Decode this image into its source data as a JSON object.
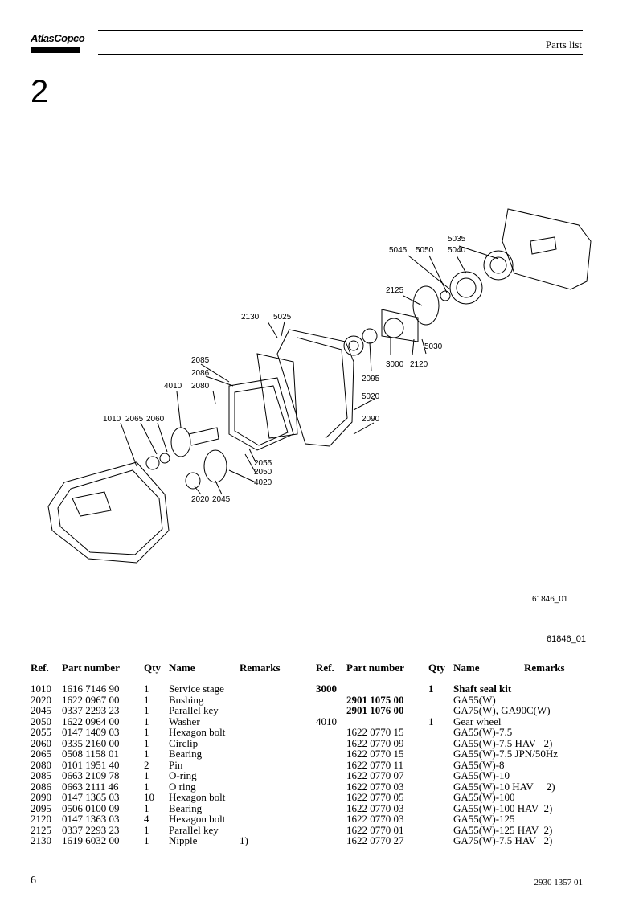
{
  "header": {
    "brand": "AtlasCopco",
    "title": "Parts list",
    "section": "2"
  },
  "figure": {
    "caption_inner": "61846_01",
    "caption_outer": "61846_01",
    "callouts": [
      "5035",
      "5045",
      "5050",
      "5040",
      "2125",
      "2130",
      "5025",
      "5030",
      "3000",
      "2120",
      "2095",
      "2085",
      "2086",
      "4010",
      "2080",
      "5020",
      "2090",
      "1010",
      "2065",
      "2060",
      "2055",
      "2050",
      "4020",
      "2020",
      "2045"
    ]
  },
  "table": {
    "headers": {
      "ref": "Ref.",
      "part": "Part number",
      "qty": "Qty",
      "name": "Name",
      "remarks": "Remarks"
    },
    "left": [
      {
        "ref": "1010",
        "part": "1616 7146 90",
        "qty": "1",
        "name": "Service stage",
        "remarks": ""
      },
      {
        "ref": "2020",
        "part": "1622 0967 00",
        "qty": "1",
        "name": "Bushing",
        "remarks": ""
      },
      {
        "ref": "2045",
        "part": "0337 2293 23",
        "qty": "1",
        "name": "Parallel key",
        "remarks": ""
      },
      {
        "ref": "2050",
        "part": "1622 0964 00",
        "qty": "1",
        "name": "Washer",
        "remarks": ""
      },
      {
        "ref": "2055",
        "part": "0147 1409 03",
        "qty": "1",
        "name": "Hexagon bolt",
        "remarks": ""
      },
      {
        "ref": "2060",
        "part": "0335 2160 00",
        "qty": "1",
        "name": "Circlip",
        "remarks": ""
      },
      {
        "ref": "2065",
        "part": "0508 1158 01",
        "qty": "1",
        "name": "Bearing",
        "remarks": ""
      },
      {
        "ref": "2080",
        "part": "0101 1951 40",
        "qty": "2",
        "name": "Pin",
        "remarks": ""
      },
      {
        "ref": "2085",
        "part": "0663 2109 78",
        "qty": "1",
        "name": "O-ring",
        "remarks": ""
      },
      {
        "ref": "2086",
        "part": "0663 2111 46",
        "qty": "1",
        "name": "O ring",
        "remarks": ""
      },
      {
        "ref": "2090",
        "part": "0147 1365 03",
        "qty": "10",
        "name": "Hexagon bolt",
        "remarks": ""
      },
      {
        "ref": "2095",
        "part": "0506 0100 09",
        "qty": "1",
        "name": "Bearing",
        "remarks": ""
      },
      {
        "ref": "2120",
        "part": "0147 1363 03",
        "qty": "4",
        "name": "Hexagon bolt",
        "remarks": ""
      },
      {
        "ref": "2125",
        "part": "0337 2293 23",
        "qty": "1",
        "name": "Parallel key",
        "remarks": ""
      },
      {
        "ref": "2130",
        "part": "1619 6032 00",
        "qty": "1",
        "name": "Nipple",
        "remarks": "1)"
      }
    ],
    "right": [
      {
        "ref": "3000",
        "part": "",
        "qty": "1",
        "name": "Shaft seal kit",
        "remarks": "",
        "bold": true
      },
      {
        "ref": "",
        "part": "2901 1075 00",
        "qty": "",
        "name": "GA55(W)",
        "remarks": "",
        "bold_part": true
      },
      {
        "ref": "",
        "part": "2901 1076 00",
        "qty": "",
        "name": "GA75(W), GA90C(W)",
        "remarks": "",
        "bold_part": true
      },
      {
        "ref": "4010",
        "part": "",
        "qty": "1",
        "name": "Gear wheel",
        "remarks": ""
      },
      {
        "ref": "",
        "part": "1622 0770 15",
        "qty": "",
        "name": "GA55(W)-7.5",
        "remarks": ""
      },
      {
        "ref": "",
        "part": "1622 0770 09",
        "qty": "",
        "name": "GA55(W)-7.5 HAV   2)",
        "remarks": ""
      },
      {
        "ref": "",
        "part": "1622 0770 15",
        "qty": "",
        "name": "GA55(W)-7.5 JPN/50Hz",
        "remarks": ""
      },
      {
        "ref": "",
        "part": "1622 0770 11",
        "qty": "",
        "name": "GA55(W)-8",
        "remarks": ""
      },
      {
        "ref": "",
        "part": "1622 0770 07",
        "qty": "",
        "name": "GA55(W)-10",
        "remarks": ""
      },
      {
        "ref": "",
        "part": "1622 0770 03",
        "qty": "",
        "name": "GA55(W)-10 HAV     2)",
        "remarks": ""
      },
      {
        "ref": "",
        "part": "1622 0770 05",
        "qty": "",
        "name": "GA55(W)-100",
        "remarks": ""
      },
      {
        "ref": "",
        "part": "1622 0770 03",
        "qty": "",
        "name": "GA55(W)-100 HAV  2)",
        "remarks": ""
      },
      {
        "ref": "",
        "part": "1622 0770 03",
        "qty": "",
        "name": "GA55(W)-125",
        "remarks": ""
      },
      {
        "ref": "",
        "part": "1622 0770 01",
        "qty": "",
        "name": "GA55(W)-125 HAV  2)",
        "remarks": ""
      },
      {
        "ref": "",
        "part": "1622 0770 27",
        "qty": "",
        "name": "GA75(W)-7.5 HAV   2)",
        "remarks": ""
      }
    ]
  },
  "footer": {
    "page": "6",
    "doc_no": "2930 1357 01"
  }
}
